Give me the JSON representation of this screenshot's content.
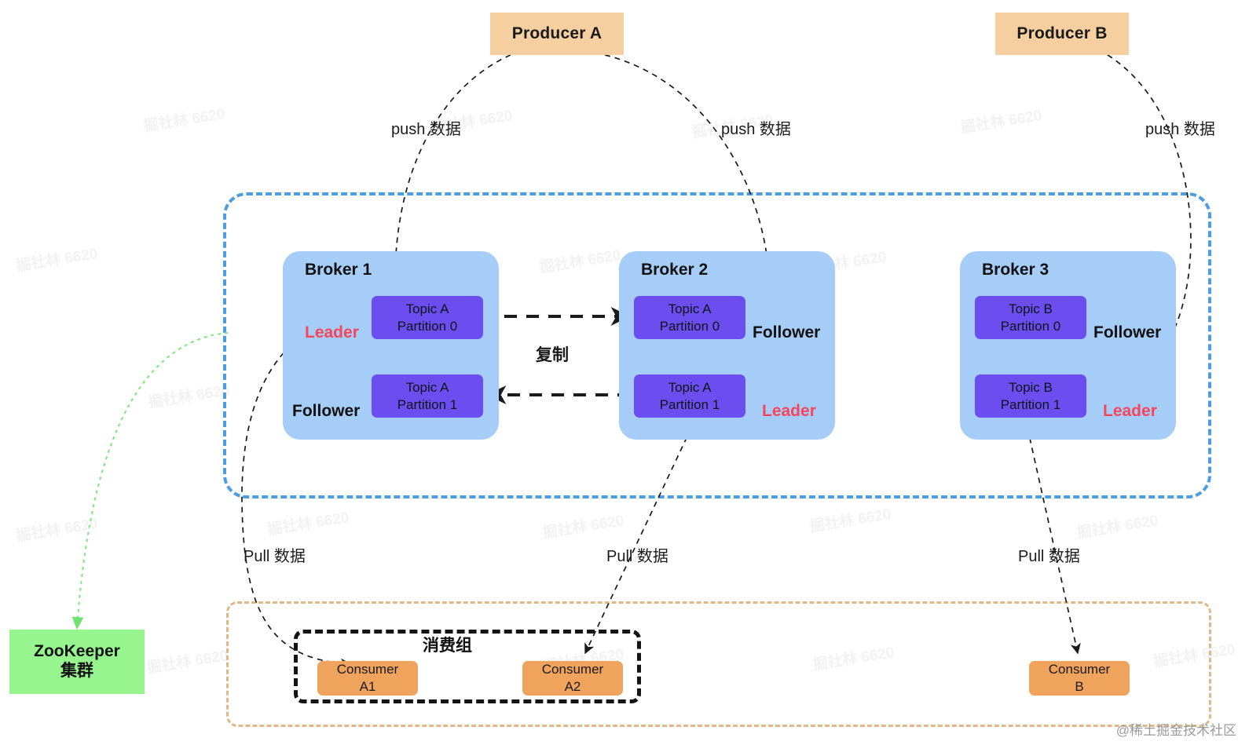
{
  "diagram": {
    "title": "Kafka cluster architecture",
    "watermark_tile": "掘社林 6620",
    "credit": "@稀土掘金技术社区",
    "colors": {
      "producer_fill": "#f5cfa0",
      "broker_fill": "#a5cdf7",
      "partition_fill": "#6c4ef0",
      "zookeeper_fill": "#96f58e",
      "consumer_fill": "#f0a35c",
      "cluster_border": "#4d9de0",
      "consumer_region_border": "#e0b98a",
      "group_border": "#141414",
      "leader_text": "#f5465c",
      "arrow_black": "#1a1a1a",
      "arrow_green": "#7ae87a"
    }
  },
  "producers": [
    {
      "label": "Producer A"
    },
    {
      "label": "Producer B"
    }
  ],
  "brokers": [
    {
      "title": "Broker 1",
      "roles": [
        {
          "text": "Leader",
          "type": "leader"
        },
        {
          "text": "Follower",
          "type": "follower"
        }
      ],
      "partitions": [
        {
          "topic": "Topic A",
          "partition": "Partition 0"
        },
        {
          "topic": "Topic A",
          "partition": "Partition 1"
        }
      ]
    },
    {
      "title": "Broker 2",
      "roles": [
        {
          "text": "Follower",
          "type": "follower"
        },
        {
          "text": "Leader",
          "type": "leader"
        }
      ],
      "partitions": [
        {
          "topic": "Topic A",
          "partition": "Partition 0"
        },
        {
          "topic": "Topic A",
          "partition": "Partition 1"
        }
      ]
    },
    {
      "title": "Broker 3",
      "roles": [
        {
          "text": "Follower",
          "type": "follower"
        },
        {
          "text": "Leader",
          "type": "leader"
        }
      ],
      "partitions": [
        {
          "topic": "Topic B",
          "partition": "Partition 0"
        },
        {
          "topic": "Topic B",
          "partition": "Partition 1"
        }
      ]
    }
  ],
  "zookeeper": {
    "line1": "ZooKeeper",
    "line2": "集群"
  },
  "consumer_group": {
    "label": "消费组",
    "members": [
      {
        "line1": "Consumer",
        "line2": "A1"
      },
      {
        "line1": "Consumer",
        "line2": "A2"
      }
    ]
  },
  "standalone_consumer": {
    "line1": "Consumer",
    "line2": "B"
  },
  "edge_labels": {
    "push_left": "push 数据",
    "push_middle": "push 数据",
    "push_right": "push 数据",
    "replicate": "复制",
    "pull_left": "Pull 数据",
    "pull_middle": "Pull 数据",
    "pull_right": "Pull 数据"
  }
}
